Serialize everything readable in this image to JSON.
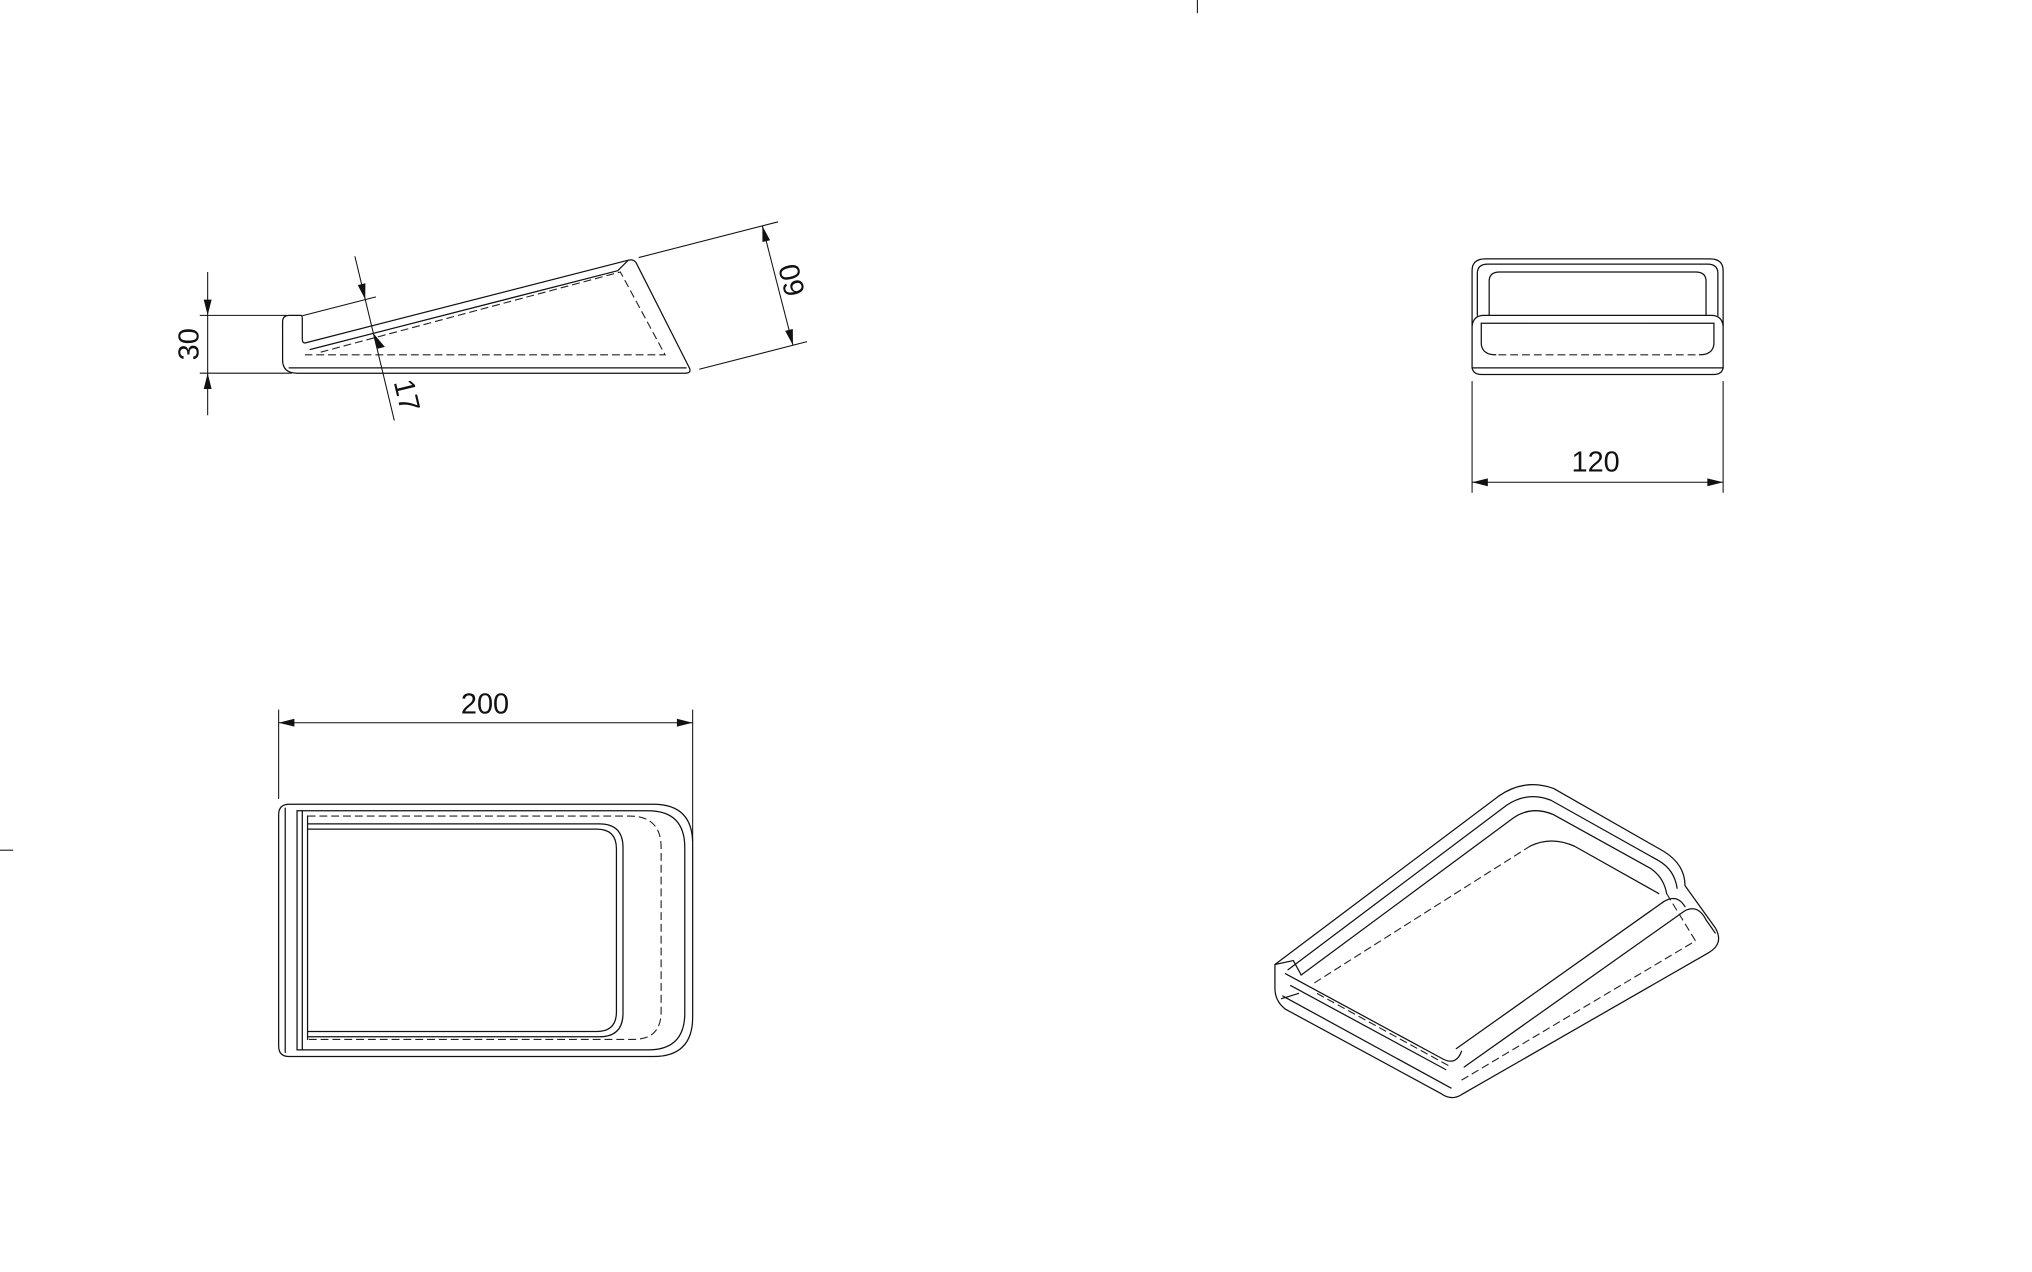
{
  "side_view": {
    "dimensions": {
      "height": "30",
      "lip": "17",
      "slope": "60"
    }
  },
  "front_view": {
    "dimensions": {
      "width": "120"
    }
  },
  "top_view": {
    "dimensions": {
      "length": "200"
    }
  }
}
